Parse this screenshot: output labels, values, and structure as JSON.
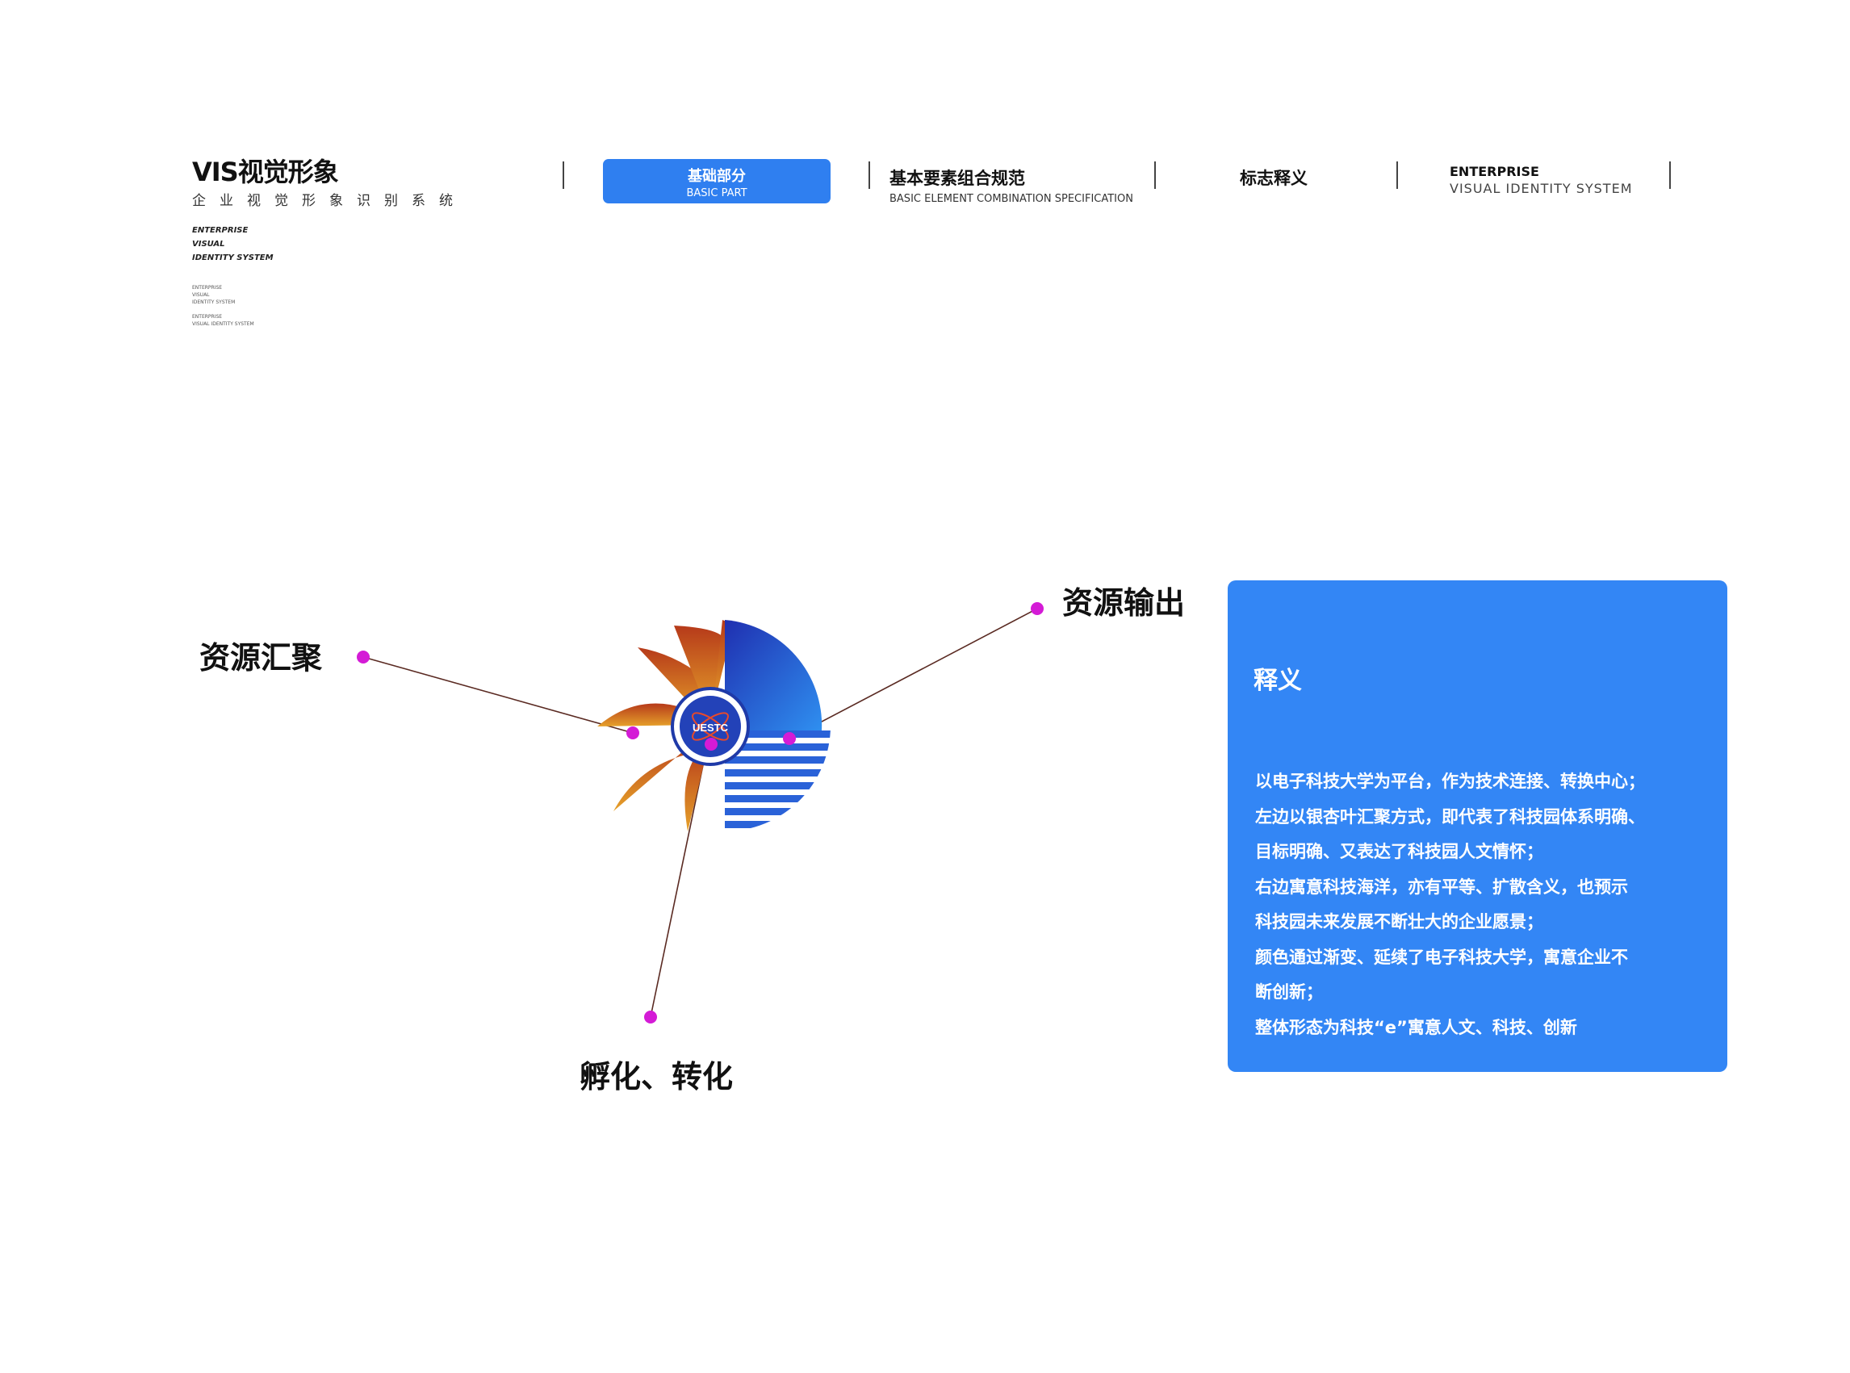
{
  "brand": {
    "title": "VIS视觉形象",
    "subtitle": "企业视觉形象识别系统",
    "lines": [
      "ENTERPRISE",
      "VISUAL",
      "IDENTITY SYSTEM"
    ],
    "tiny_block_1": [
      "ENTERPRISE",
      "VISUAL",
      "IDENTITY SYSTEM"
    ],
    "tiny_block_2": [
      "ENTERPRISE",
      "VISUAL IDENTITY SYSTEM"
    ]
  },
  "nav": {
    "active": {
      "zh": "基础部分",
      "en": "BASIC PART"
    },
    "combination": {
      "zh": "基本要素组合规范",
      "en": "BASIC ELEMENT COMBINATION SPECIFICATION"
    },
    "logo_meaning": {
      "zh": "标志释义"
    },
    "enterprise": {
      "title": "ENTERPRISE",
      "subtitle": "VISUAL IDENTITY SYSTEM"
    }
  },
  "diagram": {
    "labels": {
      "gather": "资源汇聚",
      "output": "资源输出",
      "incubate": "孵化、转化"
    },
    "emblem_text": "UESTC",
    "colors": {
      "dot": "#d41bd6",
      "line": "#5a2a22",
      "fan_dark": "#b63a1a",
      "fan_light": "#e6a12a",
      "globe_dark": "#1f2fb0",
      "globe_light": "#2f8ff0"
    }
  },
  "info": {
    "title": "释义",
    "lines": [
      "以电子科技大学为平台，作为技术连接、转换中心；",
      "左边以银杏叶汇聚方式，即代表了科技园体系明确、",
      "目标明确、又表达了科技园人文情怀；",
      "右边寓意科技海洋，亦有平等、扩散含义，也预示",
      "科技园未来发展不断壮大的企业愿景；",
      "颜色通过渐变、延续了电子科技大学，寓意企业不",
      "断创新；",
      "整体形态为科技“e”寓意人文、科技、创新"
    ]
  }
}
